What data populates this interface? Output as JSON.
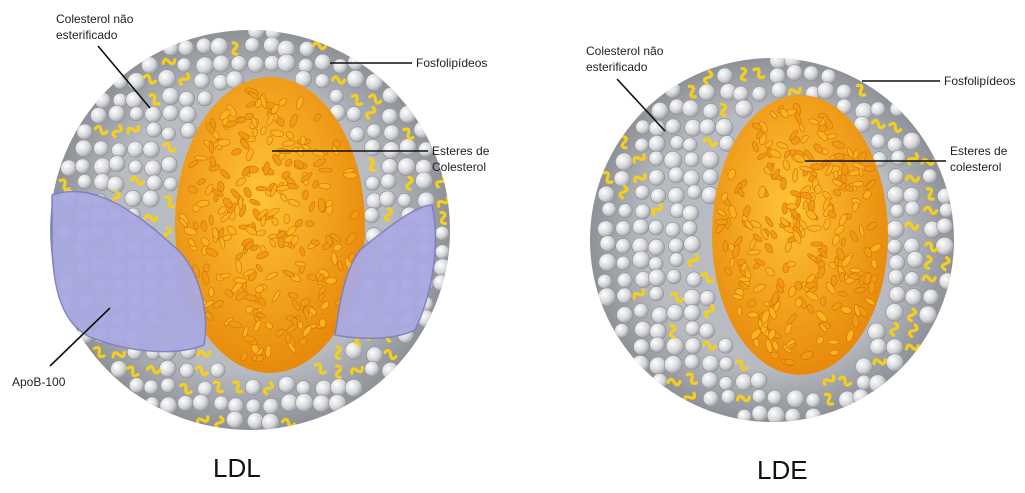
{
  "colors": {
    "phospholipid_head": "#d9d9dc",
    "phospholipid_tail": "#f5cf1b",
    "shell_gray": "#a9adb3",
    "core": "#f3a21c",
    "core_dark": "#d9800a",
    "apob": "#a8a8e0",
    "leader": "#111111"
  },
  "ldl": {
    "title": "LDL",
    "labels": {
      "free_cholesterol_line1": "Colesterol não",
      "free_cholesterol_line2": "esterificado",
      "phospholipids": "Fosfolipídeos",
      "esters_line1": "Esteres de",
      "esters_line2": "Colesterol",
      "apob": "ApoB-100"
    },
    "icon": "lipoprotein-particle-with-apob"
  },
  "lde": {
    "title": "LDE",
    "labels": {
      "free_cholesterol_line1": "Colesterol não",
      "free_cholesterol_line2": "esterificado",
      "phospholipids": "Fosfolipídeos",
      "esters_line1": "Esteres de",
      "esters_line2": "colesterol"
    },
    "icon": "lipid-nanoemulsion-particle"
  }
}
